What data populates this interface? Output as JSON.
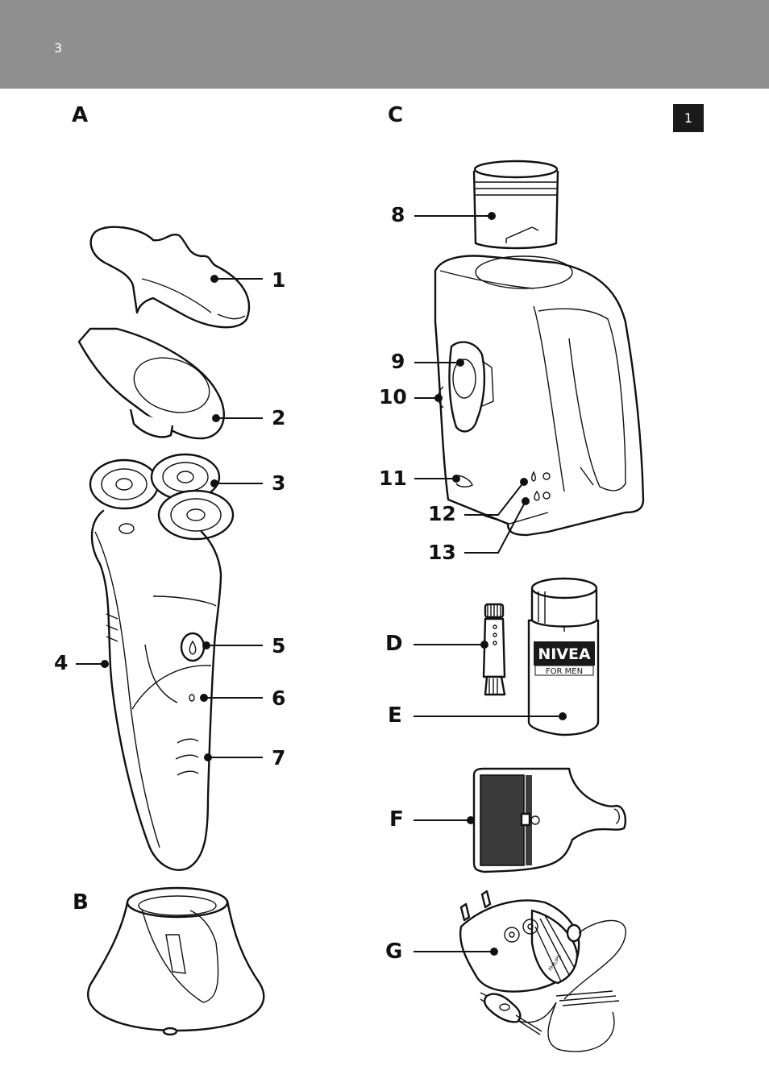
{
  "header": {
    "page_number": "3"
  },
  "tab_badge": "1",
  "sections": {
    "a": "A",
    "b": "B",
    "c": "C",
    "d": "D",
    "e": "E",
    "f": "F",
    "g": "G"
  },
  "callouts": {
    "n1": "1",
    "n2": "2",
    "n3": "3",
    "n4": "4",
    "n5": "5",
    "n6": "6",
    "n7": "7",
    "n8": "8",
    "n9": "9",
    "n10": "10",
    "n11": "11",
    "n12": "12",
    "n13": "13"
  },
  "product_labels": {
    "bottle_brand": "NIVEA",
    "bottle_sub": "FOR MEN",
    "adapter_brand": "PHILIPS"
  }
}
